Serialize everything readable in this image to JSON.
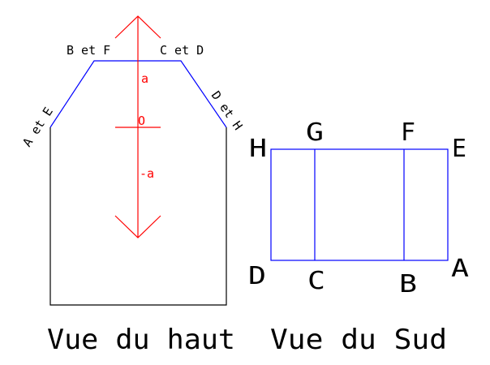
{
  "top_view": {
    "caption": "Vue du haut",
    "labels": {
      "b_et_f": "B et F",
      "c_et_d": "C et D",
      "a_et_e": "A et E",
      "d_et_h": "D et H"
    },
    "axis": {
      "a": "a",
      "o": "O",
      "minus_a": "-a"
    }
  },
  "south_view": {
    "caption": "Vue du Sud",
    "labels": {
      "h": "H",
      "g": "G",
      "f": "F",
      "e": "E",
      "d": "D",
      "c": "C",
      "b": "B",
      "a": "A"
    }
  },
  "colors": {
    "outline": "#000000",
    "edge": "#0000ff",
    "axis": "#ff0000"
  }
}
